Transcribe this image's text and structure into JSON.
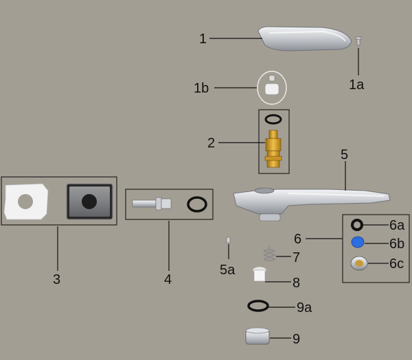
{
  "labels": {
    "l1": "1",
    "l1a": "1a",
    "l1b": "1b",
    "l2": "2",
    "l3": "3",
    "l4": "4",
    "l5": "5",
    "l5a": "5a",
    "l6": "6",
    "l6a": "6a",
    "l6b": "6b",
    "l6c": "6c",
    "l7": "7",
    "l8": "8",
    "l9": "9",
    "l9a": "9a"
  },
  "colors": {
    "background": "#a39e93",
    "chrome": "#d6d8dc",
    "brass": "#d7a634",
    "blue_washer": "#2c6de0",
    "rubber": "#111111",
    "white_plastic": "#f2f2f2"
  }
}
